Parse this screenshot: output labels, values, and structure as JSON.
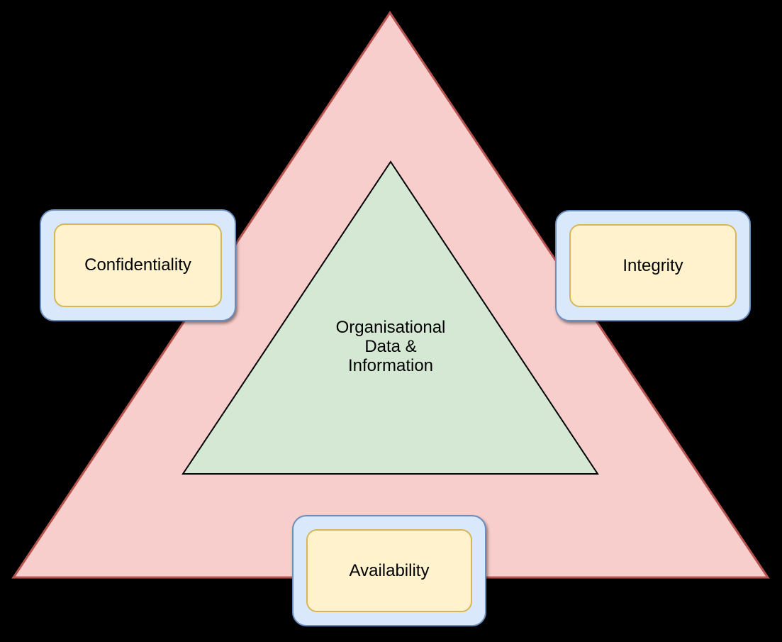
{
  "diagram": {
    "title": "CIA triad security diagram",
    "background_color": "#000000",
    "colors": {
      "outer_triangle_fill": "#f8cecc",
      "outer_triangle_stroke": "#b85450",
      "inner_triangle_fill": "#d5e8d4",
      "inner_triangle_stroke": "#000000",
      "node_outer_fill": "#dae8fc",
      "node_outer_stroke": "#6c8ebf",
      "node_inner_fill": "#fff2cc",
      "node_inner_stroke": "#d6b656",
      "text_color": "#000000"
    },
    "inner_triangle": {
      "label": "Organisational\nData &\nInformation"
    },
    "nodes": [
      {
        "id": "confidentiality",
        "label": "Confidentiality"
      },
      {
        "id": "integrity",
        "label": "Integrity"
      },
      {
        "id": "availability",
        "label": "Availability"
      }
    ]
  }
}
